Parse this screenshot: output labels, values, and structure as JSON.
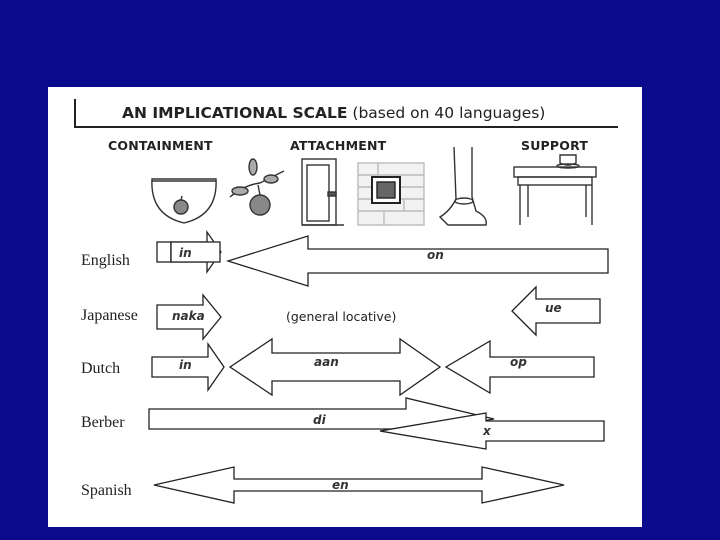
{
  "title": {
    "bold": "AN IMPLICATIONAL SCALE",
    "rest": "(based on 40 languages)"
  },
  "categories": {
    "containment": "CONTAINMENT",
    "attachment": "ATTACHMENT",
    "support": "SUPPORT"
  },
  "icons": [
    "bowl-with-apple-icon",
    "apple-on-branch-icon",
    "handle-on-door-icon",
    "picture-on-wall-icon",
    "ring-on-leg-icon",
    "cup-on-table-icon"
  ],
  "languages": {
    "english": {
      "name": "English",
      "in": "in",
      "on": "on"
    },
    "japanese": {
      "name": "Japanese",
      "naka": "naka",
      "general": "(general locative)",
      "ue": "ue"
    },
    "dutch": {
      "name": "Dutch",
      "in": "in",
      "aan": "aan",
      "op": "op"
    },
    "berber": {
      "name": "Berber",
      "di": "di",
      "x": "x"
    },
    "spanish": {
      "name": "Spanish",
      "en": "en"
    }
  }
}
